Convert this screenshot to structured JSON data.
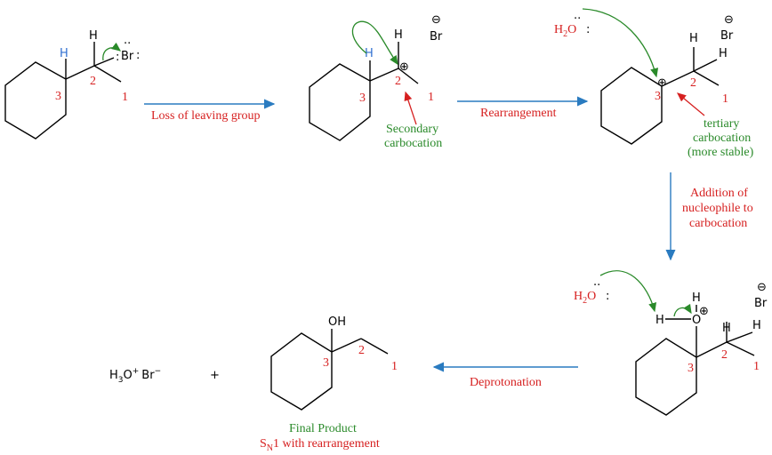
{
  "steps": {
    "loss": "Loss of leaving group",
    "rearrangement": "Rearrangement",
    "addition": [
      "Addition of",
      "nucleophile to",
      "carbocation"
    ],
    "deprotonation": "Deprotonation"
  },
  "labels": {
    "secondary": [
      "Secondary",
      "carbocation"
    ],
    "tertiary": [
      "tertiary",
      "carbocation",
      "(more stable)"
    ],
    "final_title": "Final Product",
    "final_sub": "1 with rearrangement",
    "final_sub_prefix": "S",
    "final_sub_subscript": "N"
  },
  "atoms": {
    "H": "H",
    "Br": "Br",
    "O": "O",
    "OH": "OH",
    "water": "H",
    "water_sub": "2",
    "water_O": "O",
    "hydronium": "H",
    "hydronium_sub": "3",
    "hydronium_rest": "O",
    "hydronium_sup": "+",
    "bromide": "Br",
    "bromide_sup": "−",
    "plus": "+",
    "minus": "⊖",
    "cation": "⊕",
    "lone_pair": "··",
    "colon": ":"
  },
  "carbon_numbers": [
    "1",
    "2",
    "3"
  ],
  "colors": {
    "red": "#d62020",
    "green": "#2a8a2a",
    "blue": "#2a7bc0",
    "hydrogen_blue": "#2f6fd0"
  }
}
